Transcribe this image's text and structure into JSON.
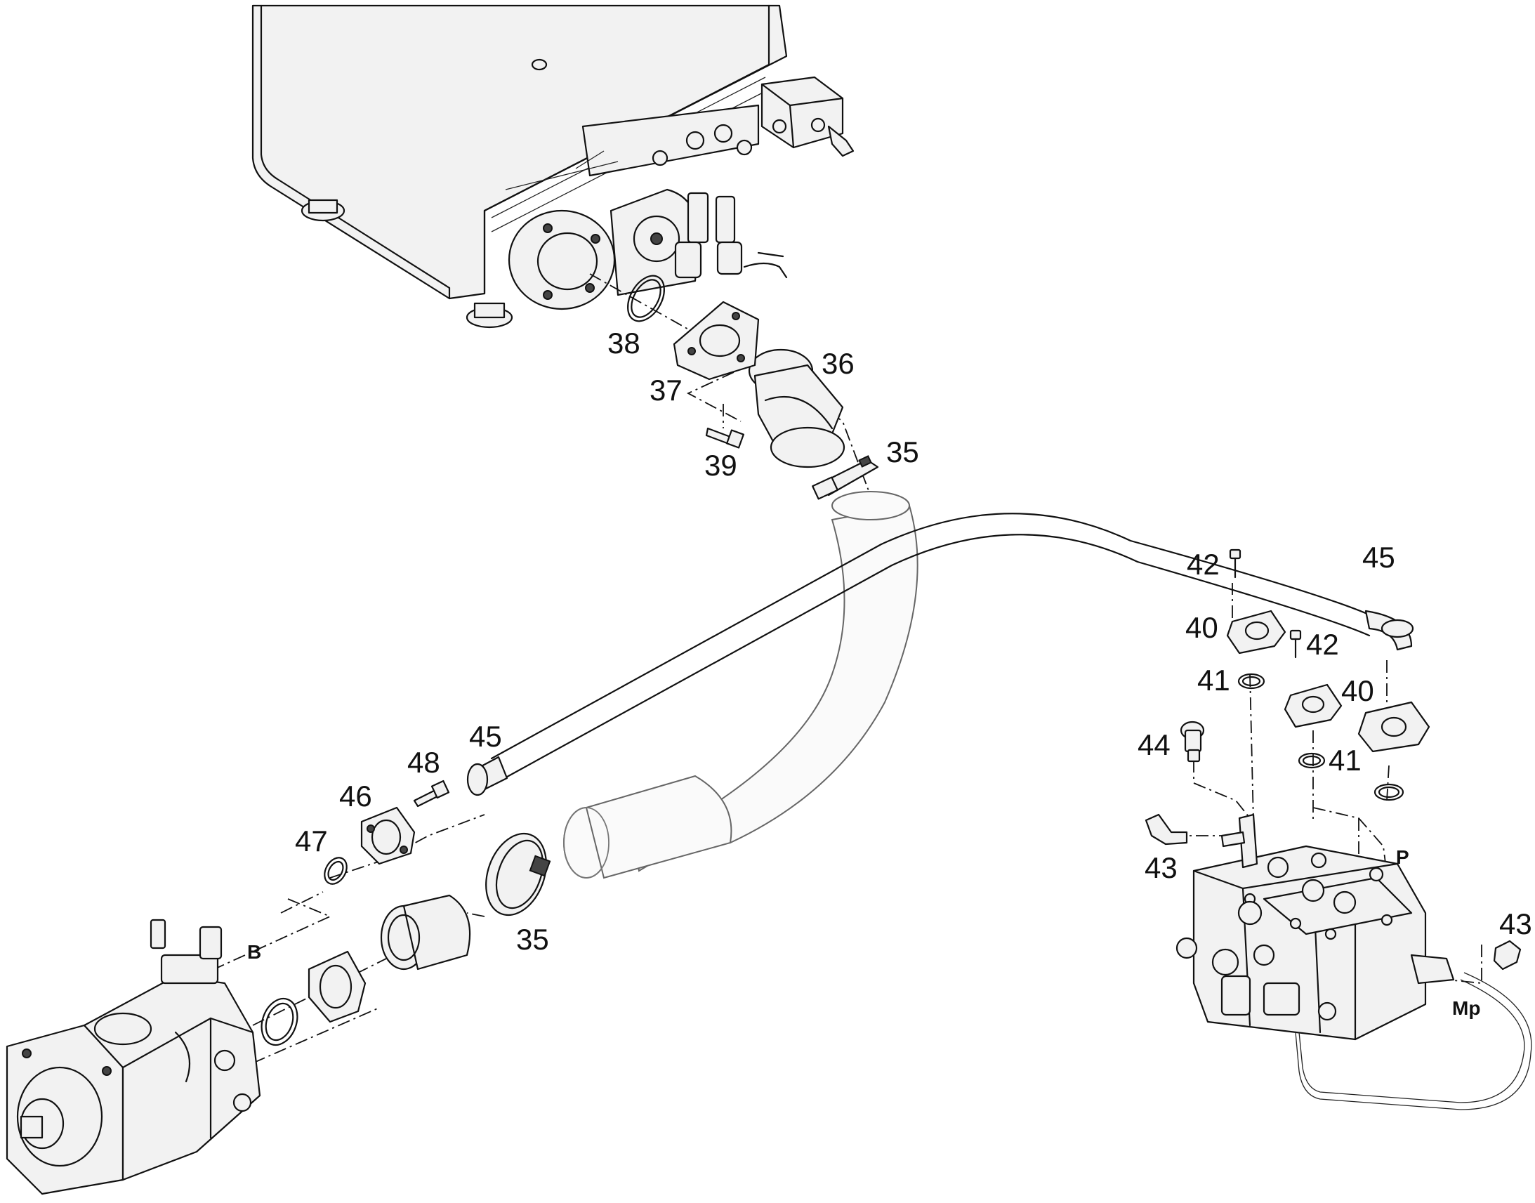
{
  "callouts": [
    {
      "id": "c35a",
      "text": "35"
    },
    {
      "id": "c35b",
      "text": "35"
    },
    {
      "id": "c36",
      "text": "36"
    },
    {
      "id": "c37",
      "text": "37"
    },
    {
      "id": "c38",
      "text": "38"
    },
    {
      "id": "c39",
      "text": "39"
    },
    {
      "id": "c40a",
      "text": "40"
    },
    {
      "id": "c40b",
      "text": "40"
    },
    {
      "id": "c41a",
      "text": "41"
    },
    {
      "id": "c41b",
      "text": "41"
    },
    {
      "id": "c42a",
      "text": "42"
    },
    {
      "id": "c42b",
      "text": "42"
    },
    {
      "id": "c43a",
      "text": "43"
    },
    {
      "id": "c43b",
      "text": "43"
    },
    {
      "id": "c44",
      "text": "44"
    },
    {
      "id": "c45a",
      "text": "45"
    },
    {
      "id": "c45b",
      "text": "45"
    },
    {
      "id": "c46",
      "text": "46"
    },
    {
      "id": "c47",
      "text": "47"
    },
    {
      "id": "c48",
      "text": "48"
    }
  ],
  "ports": {
    "b": "B",
    "p": "P",
    "mp": "Mp"
  }
}
